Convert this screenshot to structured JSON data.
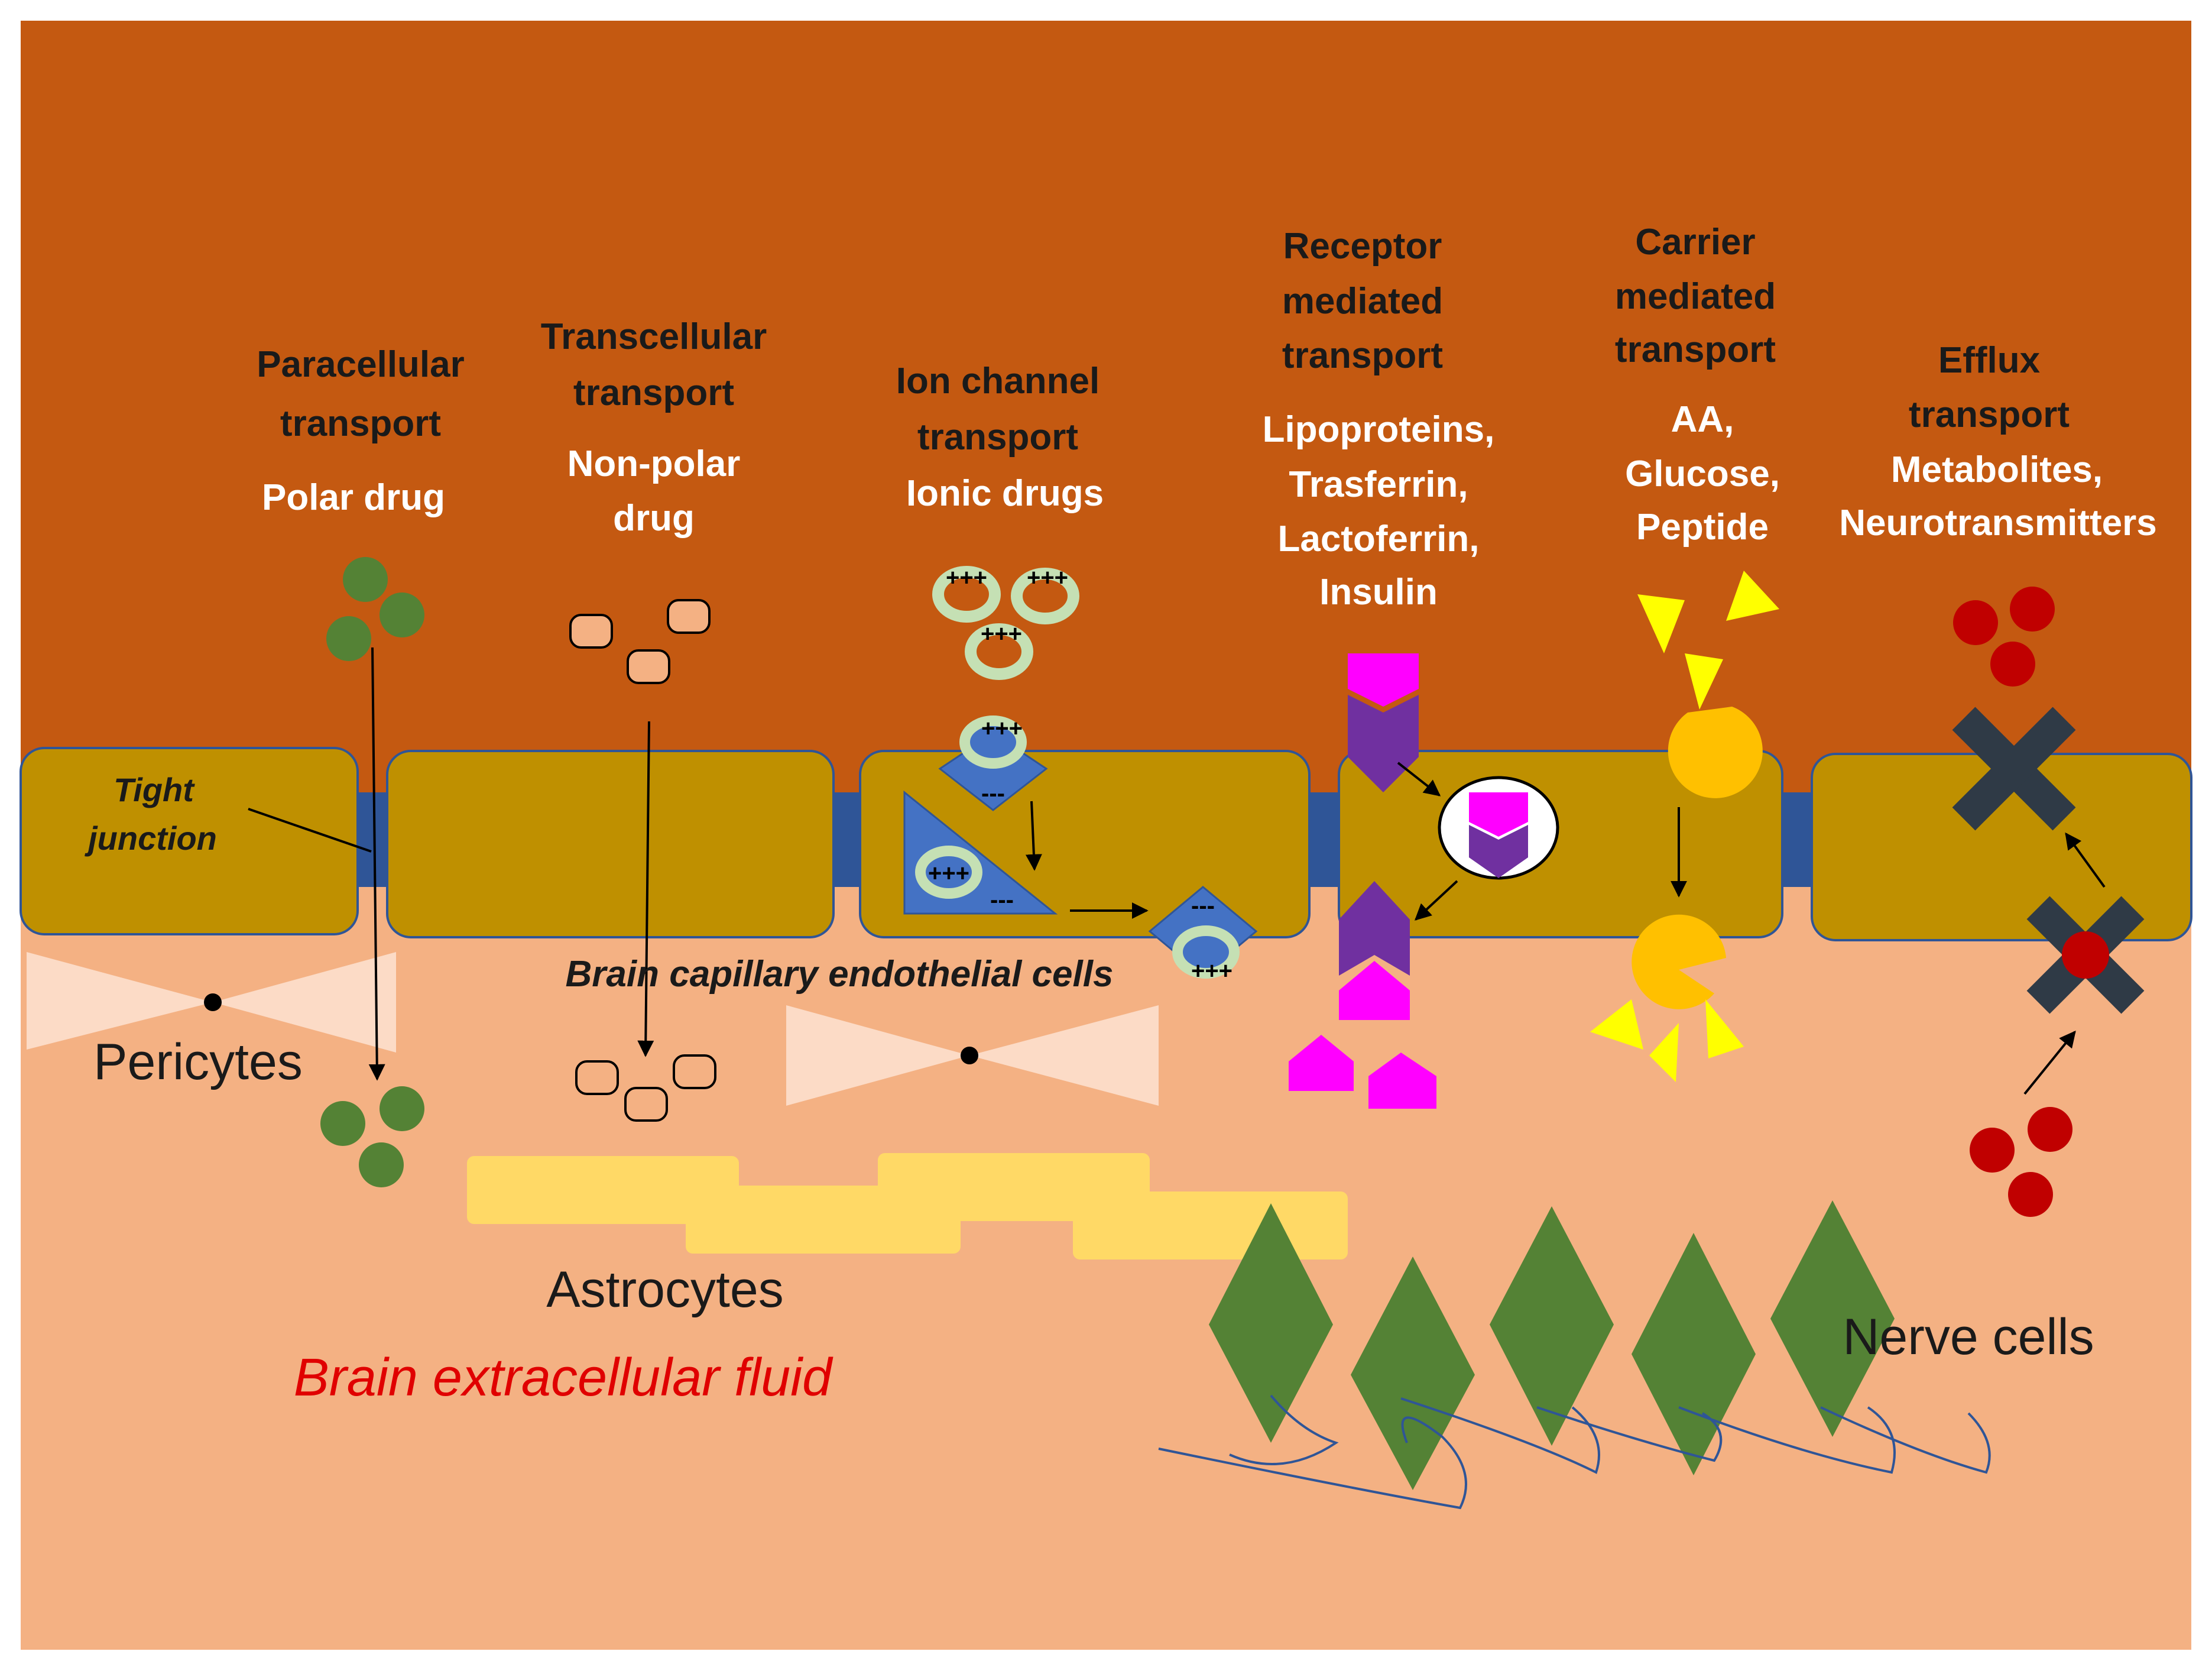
{
  "title": "",
  "colors": {
    "blood": "#c45911",
    "fluid": "#f4b183",
    "endothelium": "#bf9000",
    "junction": "#2f5597",
    "header_text": "#1a1a1a",
    "drug_text": "#ffffff",
    "fluid_label": "#e00000",
    "polar": "#548235",
    "nonpolar": "#f4b183",
    "ion_ring": "#c5e0b4",
    "ion_carrier": "#4472c4",
    "ligand": "#ff00ff",
    "receptor": "#7030a0",
    "carrier": "#ffc000",
    "carrier_substrate": "#ffff00",
    "efflux": "#c00000",
    "blocked": "#2f3a46",
    "astrocyte": "#ffd966",
    "nerve": "#548235",
    "axon": "#2f5597"
  },
  "mechanisms": {
    "paracellular": {
      "title_lines": [
        "Paracellular",
        "transport"
      ],
      "drug_lines": [
        "Polar drug"
      ]
    },
    "transcellular": {
      "title_lines": [
        "Transcellular",
        "transport"
      ],
      "drug_lines": [
        "Non-polar",
        "drug"
      ]
    },
    "ion_channel": {
      "title_lines": [
        "Ion channel",
        "transport"
      ],
      "drug_lines": [
        "Ionic drugs"
      ]
    },
    "receptor": {
      "title_lines": [
        "Receptor",
        "mediated",
        "transport"
      ],
      "drug_lines": [
        "Lipoproteins,",
        "Trasferrin,",
        "Lactoferrin,",
        "Insulin"
      ]
    },
    "carrier": {
      "title_lines": [
        "Carrier",
        "mediated",
        "transport"
      ],
      "drug_lines": [
        "AA,",
        "Glucose,",
        "Peptide"
      ]
    },
    "efflux": {
      "title_lines": [
        "Efflux",
        "transport"
      ],
      "drug_lines": [
        "Metabolites,",
        "Neurotransmitters"
      ]
    }
  },
  "labels": {
    "tight_junction": [
      "Tight",
      "junction"
    ],
    "endothelial_cells": "Brain capillary endothelial cells",
    "pericytes": "Pericytes",
    "astrocytes": "Astrocytes",
    "nerve_cells": "Nerve cells",
    "brain_fluid": "Brain extracellular  fluid"
  },
  "charges": {
    "positive": "+++",
    "negative": "---"
  }
}
